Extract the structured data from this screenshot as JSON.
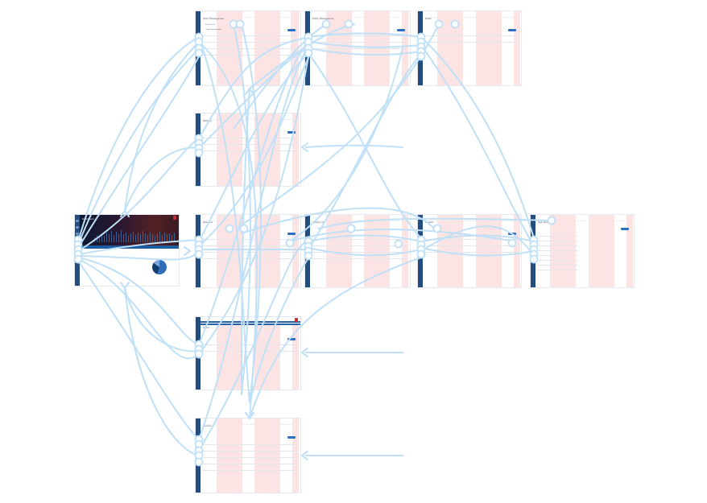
{
  "diagram": {
    "type": "user-flow wireframe map",
    "colors": {
      "connector": "#bfe0f7",
      "node_fill": "#ffffff",
      "sidebar": "#234d7e",
      "highlight_column": "#fde4e4",
      "button": "#2a6fc2",
      "avatar": "#c62f3a"
    },
    "screens": [
      {
        "id": "dashboard",
        "title": "Dashboard",
        "variant": "dashboard"
      },
      {
        "id": "users",
        "title": "Users Management",
        "variant": "table",
        "link": "Add New User",
        "subtitle": "+ New Users Sessions"
      },
      {
        "id": "policies",
        "title": "Policy Management",
        "variant": "table"
      },
      {
        "id": "roles",
        "title": "Roles",
        "variant": "table"
      },
      {
        "id": "settings",
        "title": "Settings",
        "variant": "table"
      },
      {
        "id": "sessions",
        "title": "Sessions",
        "variant": "table"
      },
      {
        "id": "activity",
        "title": "Activity Log",
        "variant": "table"
      },
      {
        "id": "reports",
        "title": "Reports",
        "variant": "table"
      },
      {
        "id": "profile",
        "title": "User Detail",
        "variant": "form"
      },
      {
        "id": "alerts",
        "title": "Alerts",
        "variant": "banner"
      },
      {
        "id": "devices",
        "title": "Devices",
        "variant": "list"
      }
    ]
  }
}
